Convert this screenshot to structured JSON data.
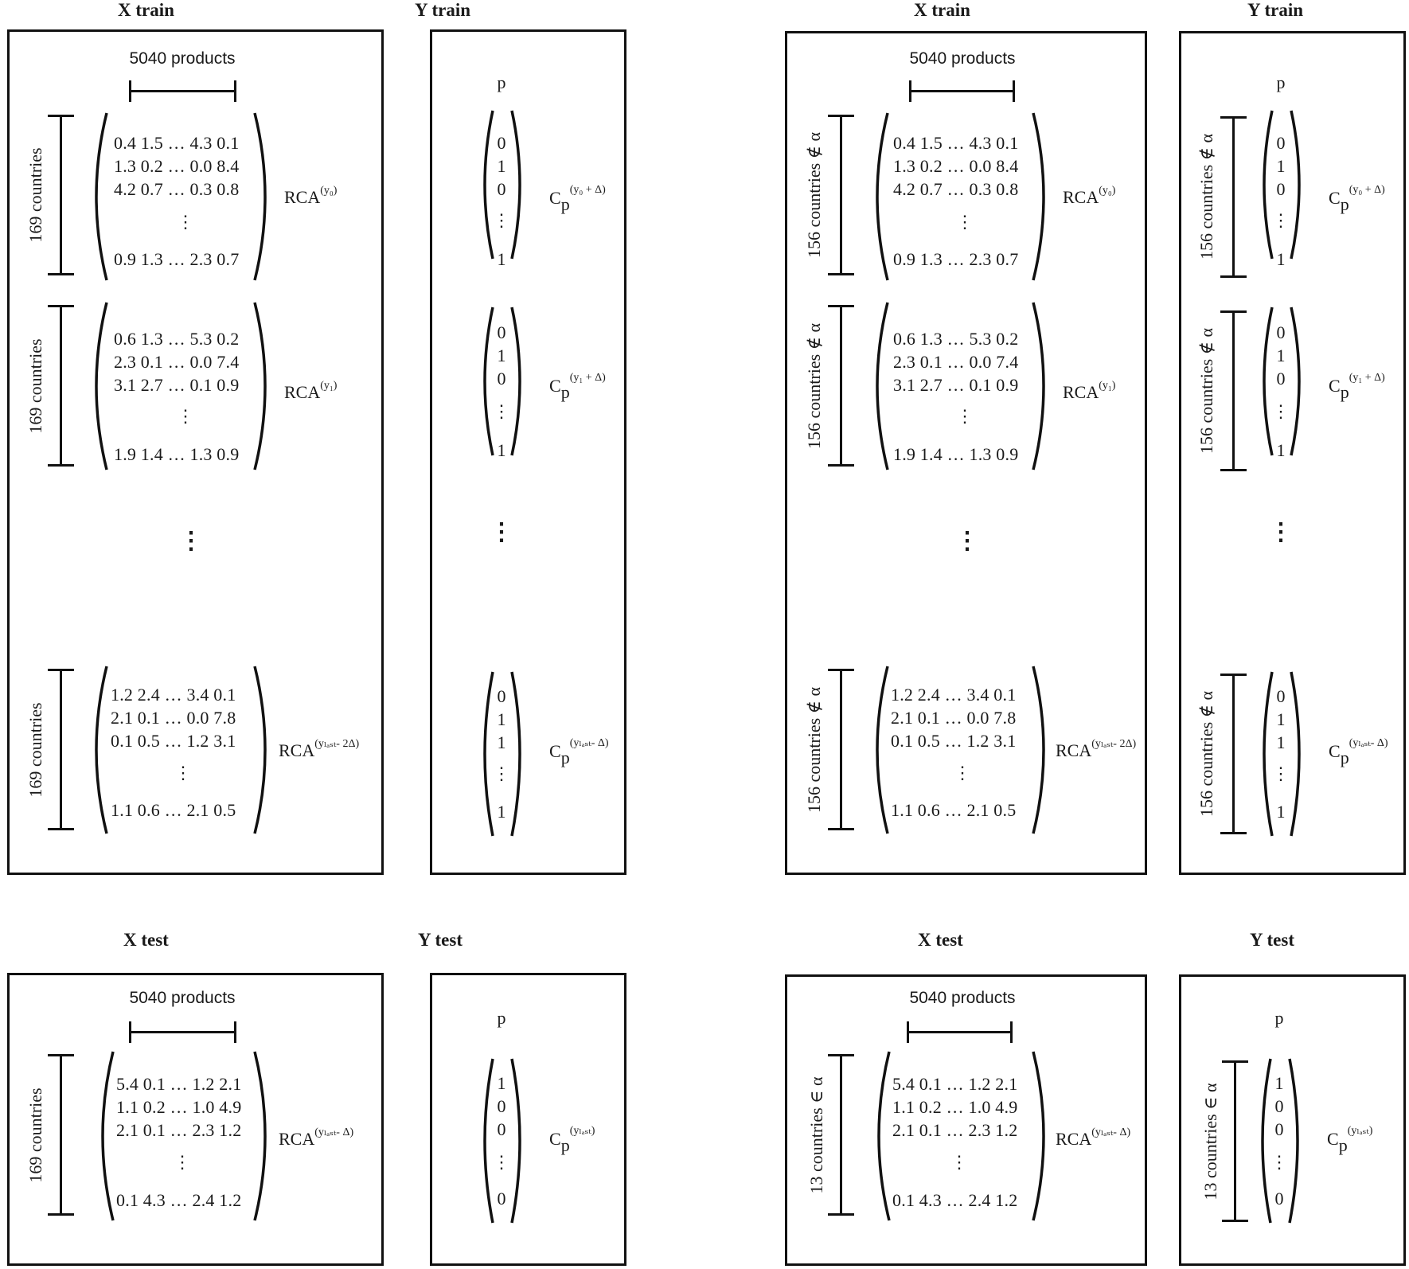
{
  "panels": {
    "x_train": "X train",
    "y_train": "Y train",
    "x_test": "X test",
    "y_test": "Y test"
  },
  "products_label": "5040 products",
  "p_label": "p",
  "country_labels": {
    "all": "169 countries",
    "not_alpha": "156 countries ∉ α",
    "in_alpha": "13 countries ∈ α"
  },
  "vertical_dots": "⋮",
  "rca_base": "RCA",
  "cp_base": "C",
  "cp_sub": "p",
  "superscripts": {
    "y0": "(y₀)",
    "y1": "(y₁)",
    "ylast_2d": "(yₗₐₛₜ- 2Δ)",
    "ylast_d": "(yₗₐₛₜ- Δ)",
    "y0_d": "(y₀ + Δ)",
    "y1_d": "(y₁ + Δ)",
    "ylast": "(yₗₐₛₜ)"
  },
  "matrices": {
    "m1": [
      "0.4 1.5 … 4.3 0.1",
      "1.3 0.2 … 0.0 8.4",
      "4.2 0.7 … 0.3 0.8",
      "0.9 1.3 … 2.3 0.7"
    ],
    "m2": [
      "0.6 1.3 … 5.3 0.2",
      "2.3 0.1 … 0.0 7.4",
      "3.1 2.7 … 0.1 0.9",
      "1.9 1.4 … 1.3 0.9"
    ],
    "m3": [
      "1.2 2.4 … 3.4 0.1",
      "2.1 0.1 … 0.0 7.8",
      "0.1 0.5 … 1.2 3.1",
      "1.1 0.6 … 2.1 0.5"
    ],
    "mt": [
      "5.4 0.1 … 1.2 2.1",
      "1.1 0.2 … 1.0 4.9",
      "2.1 0.1 … 2.3 1.2",
      "0.1 4.3 … 2.4 1.2"
    ]
  },
  "vectors": {
    "v1": [
      "0",
      "1",
      "0",
      "1"
    ],
    "v2": [
      "0",
      "1",
      "0",
      "1"
    ],
    "v3": [
      "0",
      "1",
      "1",
      "1"
    ],
    "vt": [
      "1",
      "0",
      "0",
      "0"
    ]
  }
}
